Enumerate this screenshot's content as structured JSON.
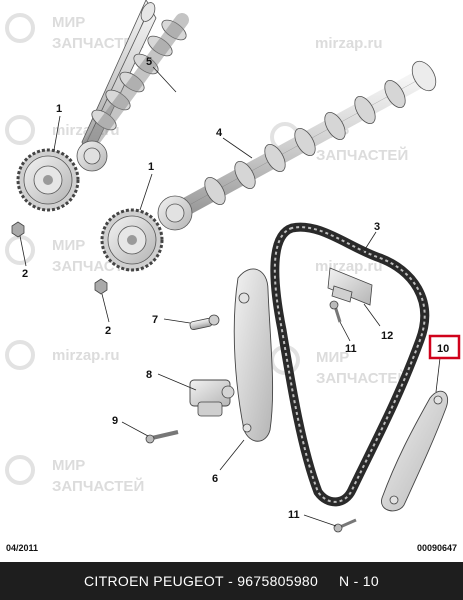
{
  "watermark": {
    "line1": "МИР",
    "line2": "ЗАПЧАСТЕЙ",
    "site": "mirzap.ru"
  },
  "callouts": {
    "c1a": "1",
    "c1b": "1",
    "c2a": "2",
    "c2b": "2",
    "c3": "3",
    "c4": "4",
    "c5": "5",
    "c6": "6",
    "c7": "7",
    "c8": "8",
    "c9": "9",
    "c10": "10",
    "c11a": "11",
    "c11b": "11",
    "c12": "12"
  },
  "highlight_color": "#d0021b",
  "footer": {
    "date": "04/2011",
    "code": "00090647"
  },
  "caption": {
    "brand": "CITROEN PEUGEOT",
    "separator": " - ",
    "part_number": "9675805980",
    "gap": "     ",
    "ref": "N - 10"
  }
}
